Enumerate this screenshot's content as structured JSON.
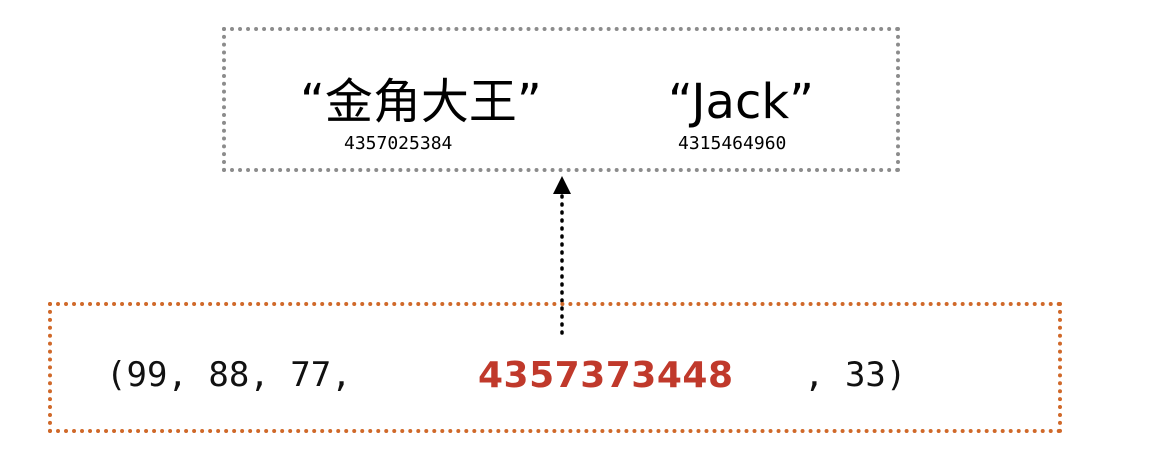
{
  "heap": {
    "strings": [
      {
        "text": "“金角大王”",
        "address": "4357025384"
      },
      {
        "text": "“Jack”",
        "address": "4315464960"
      }
    ]
  },
  "tuple": {
    "prefix": "(99, 88, 77,",
    "reference": "4357373448",
    "suffix": ", 33)"
  },
  "colors": {
    "heap_border": "#8c8c8c",
    "tuple_border": "#d0692a",
    "reference_text": "#c0392b",
    "arrow": "#000000"
  }
}
